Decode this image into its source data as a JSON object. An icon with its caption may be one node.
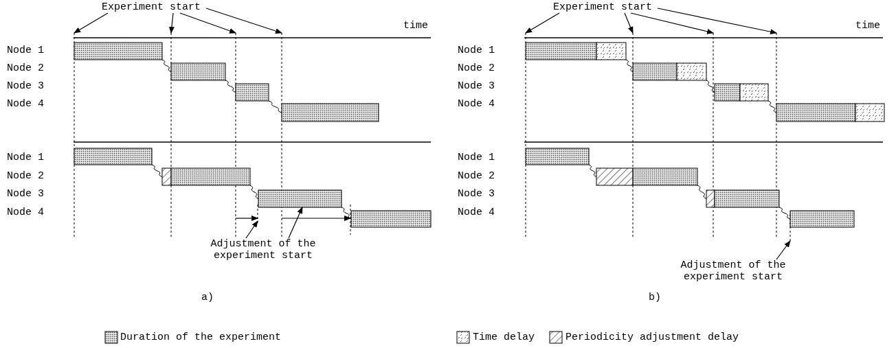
{
  "diagram": {
    "nodes": [
      {
        "text": [
          "Experiment start"
        ]
      },
      {
        "text": [
          "Experiment start"
        ]
      },
      {
        "text": [
          "Adjustment of the experiment start"
        ]
      },
      {
        "text": [
          "Adjustment of the experiment start"
        ]
      },
      {
        "text": [],
        "shape": "line"
      },
      {
        "text": [],
        "shape": "line"
      },
      {
        "text": [],
        "shape": "line"
      },
      {
        "text": [],
        "shape": "line"
      },
      {
        "text": [],
        "shape": "line"
      },
      {
        "text": [],
        "shape": "line"
      },
      {
        "text": [],
        "shape": "line"
      },
      {
        "text": [],
        "shape": "line"
      },
      {
        "text": [],
        "shape": "line"
      },
      {
        "text": [],
        "shape": "line"
      },
      {
        "text": [],
        "shape": "line"
      },
      {
        "text": [],
        "shape": "bar"
      },
      {
        "text": [],
        "shape": "bar"
      },
      {
        "text": [],
        "shape": "bar"
      },
      {
        "text": [],
        "shape": "bar"
      },
      {
        "text": [],
        "shape": "bar"
      },
      {
        "text": [],
        "shape": "bar"
      },
      {
        "text": [],
        "shape": "bar"
      },
      {
        "text": [],
        "shape": "bar"
      },
      {
        "text": [],
        "shape": "bar"
      },
      {
        "text": [],
        "shape": "bar"
      },
      {
        "text": [],
        "shape": "bar"
      },
      {
        "text": [],
        "shape": "bar"
      },
      {
        "text": [],
        "shape": "bar"
      },
      {
        "text": [],
        "shape": "bar"
      },
      {
        "text": [],
        "shape": "bar"
      },
      {
        "text": [],
        "shape": "bar"
      },
      {
        "text": [],
        "shape": "bar"
      },
      {
        "text": [],
        "shape": "bar"
      },
      {
        "text": [],
        "shape": "bar"
      },
      {
        "text": [],
        "shape": "bar"
      },
      {
        "text": [],
        "shape": "bar"
      },
      {
        "text": [],
        "shape": "bar"
      },
      {
        "text": [],
        "shape": "bar"
      }
    ],
    "edges": [
      {
        "from": 0,
        "to": 4,
        "arrow": "to"
      },
      {
        "from": 0,
        "to": 5,
        "arrow": "to"
      },
      {
        "from": 0,
        "to": 6,
        "arrow": "to"
      },
      {
        "from": 0,
        "to": 7,
        "arrow": "to"
      },
      {
        "from": 1,
        "to": 10,
        "arrow": "to"
      },
      {
        "from": 1,
        "to": 11,
        "arrow": "to"
      },
      {
        "from": 1,
        "to": 12,
        "arrow": "to"
      },
      {
        "from": 1,
        "to": 13,
        "arrow": "to"
      },
      {
        "from": 2,
        "to": 8,
        "arrow": "to"
      },
      {
        "from": 2,
        "to": 22,
        "arrow": "to"
      },
      {
        "from": 3,
        "to": 14,
        "arrow": "to"
      },
      {
        "from": 15,
        "to": 16,
        "arrow": "none"
      },
      {
        "from": 16,
        "to": 17,
        "arrow": "none"
      },
      {
        "from": 17,
        "to": 18,
        "arrow": "none"
      },
      {
        "from": 19,
        "to": 20,
        "arrow": "none"
      },
      {
        "from": 21,
        "to": 22,
        "arrow": "none"
      },
      {
        "from": 22,
        "to": 23,
        "arrow": "none"
      },
      {
        "from": 25,
        "to": 26,
        "arrow": "none"
      },
      {
        "from": 27,
        "to": 28,
        "arrow": "none"
      },
      {
        "from": 29,
        "to": 30,
        "arrow": "none"
      },
      {
        "from": 32,
        "to": 33,
        "arrow": "none"
      },
      {
        "from": 34,
        "to": 35,
        "arrow": "none"
      },
      {
        "from": 36,
        "to": 37,
        "arrow": "none"
      },
      {
        "from": 6,
        "to": 8,
        "arrow": "to"
      },
      {
        "from": 7,
        "to": 9,
        "arrow": "to"
      }
    ],
    "labels": [
      "time",
      "Node 1",
      "Node 2",
      "Node 3",
      "Node 4",
      "Node 1",
      "Node 2",
      "Node 3",
      "Node 4",
      "a)",
      "time",
      "Node 1",
      "Node 2",
      "Node 3",
      "Node 4",
      "Node 1",
      "Node 2",
      "Node 3",
      "Node 4",
      "b)"
    ],
    "legend": [
      {
        "text": "Duration of the experiment"
      },
      {
        "text": "Time delay"
      },
      {
        "text": "Periodicity adjustment delay"
      }
    ]
  }
}
